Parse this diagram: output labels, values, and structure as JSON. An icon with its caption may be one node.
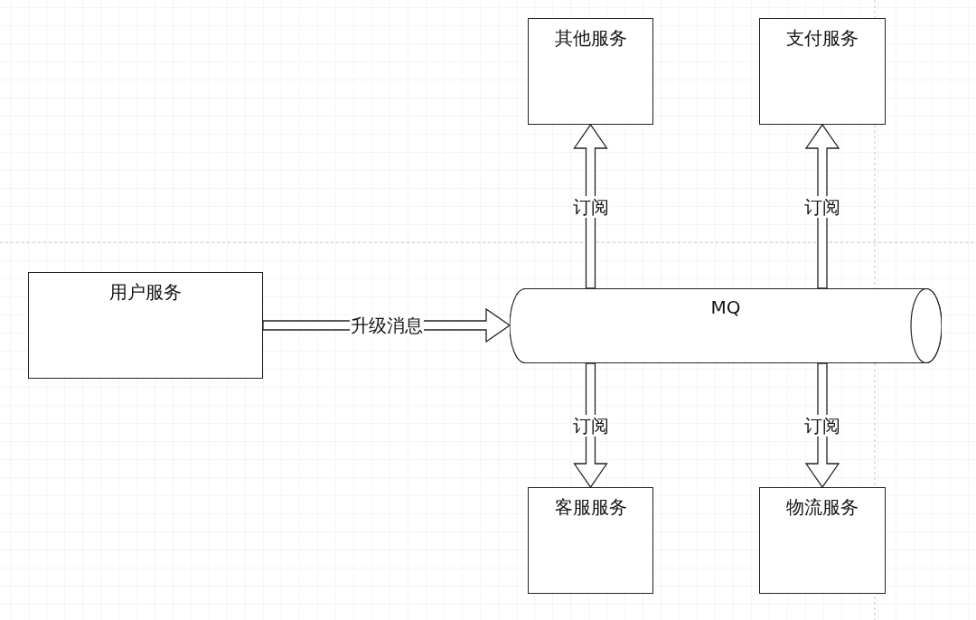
{
  "diagram": {
    "nodes": [
      {
        "text": [
          "用户服务"
        ]
      },
      {
        "text": [
          "MQ"
        ]
      },
      {
        "text": [
          "其他服务"
        ]
      },
      {
        "text": [
          "支付服务"
        ]
      },
      {
        "text": [
          "客服服务"
        ]
      },
      {
        "text": [
          "物流服务"
        ]
      }
    ],
    "edges": [
      {
        "from": 0,
        "to": 1,
        "arrow": "to",
        "label": "升级消息"
      },
      {
        "from": 1,
        "to": 2,
        "arrow": "to",
        "label": "订阅"
      },
      {
        "from": 1,
        "to": 3,
        "arrow": "to",
        "label": "订阅"
      },
      {
        "from": 1,
        "to": 4,
        "arrow": "to",
        "label": "订阅"
      },
      {
        "from": 1,
        "to": 5,
        "arrow": "to",
        "label": "订阅"
      }
    ]
  }
}
